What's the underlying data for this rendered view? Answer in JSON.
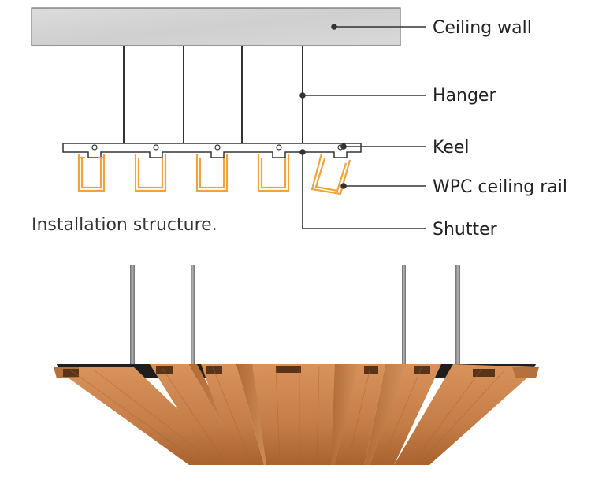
{
  "labels": {
    "ceiling_wall": "Ceiling wall",
    "hanger": "Hanger",
    "keel": "Keel",
    "wpc_ceiling_rail": "WPC ceiling rail",
    "shutter": "Shutter"
  },
  "caption": "Installation structure.",
  "colors": {
    "concrete": "#d3d3d3",
    "line": "#333333",
    "rail_outline": "#f0a43a",
    "wood": "#c8834f",
    "wood_dark": "#9a5a2c",
    "keel_black": "#1e1e1e",
    "rod": "#8c8c8c"
  }
}
